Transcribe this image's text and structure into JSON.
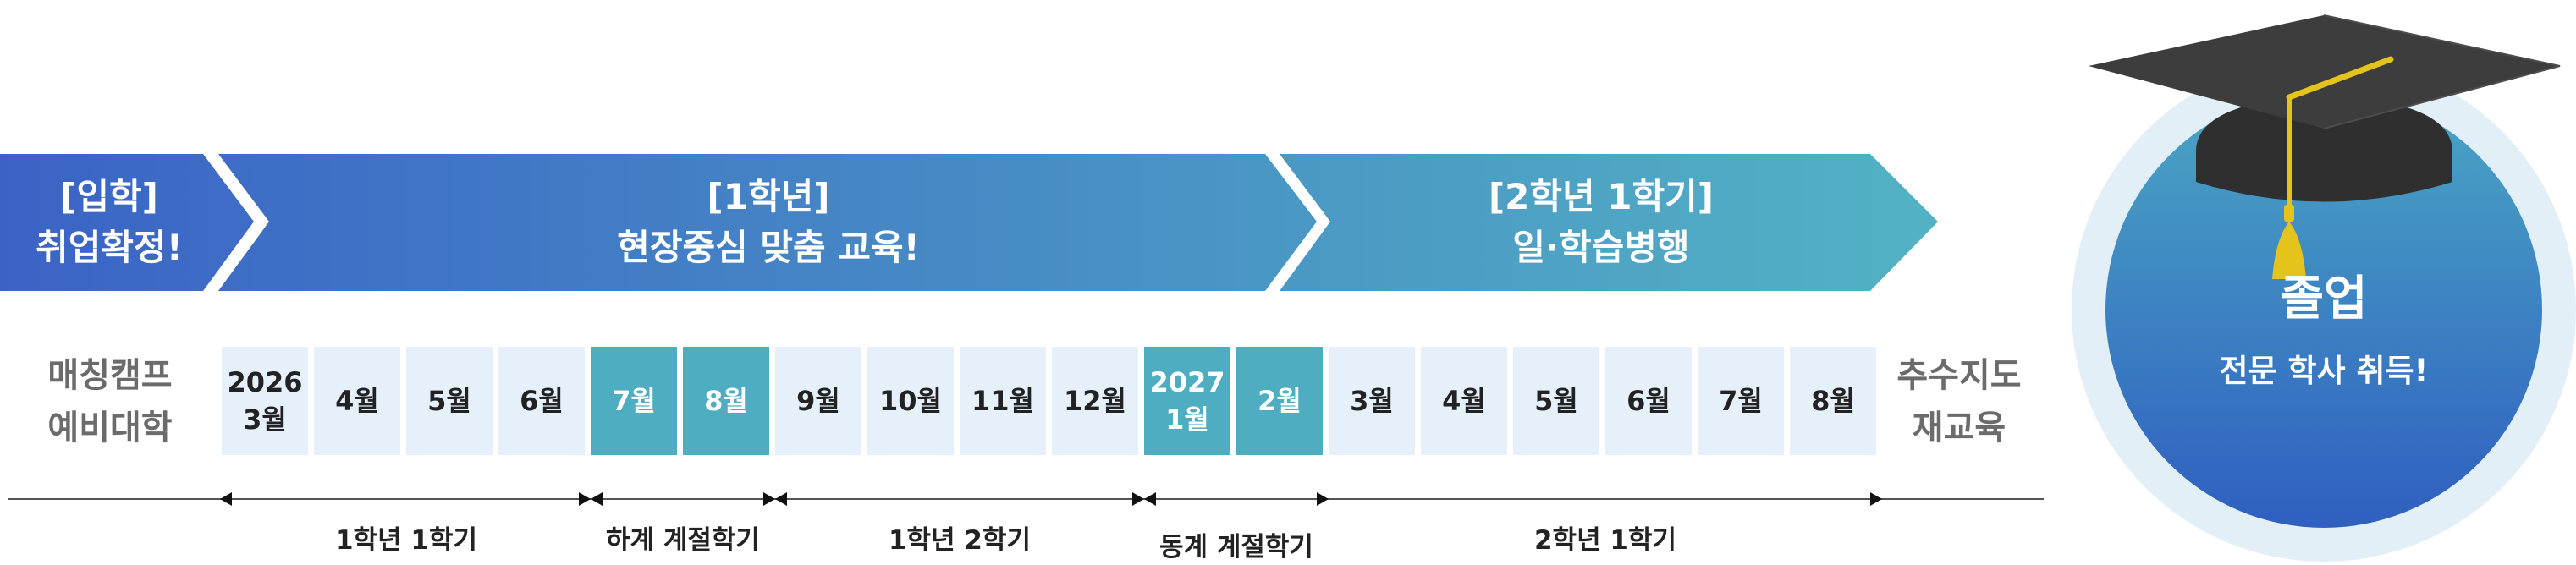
{
  "phases": [
    {
      "line1": "[입학]",
      "line2": "취업확정!"
    },
    {
      "line1": "[1학년]",
      "line2": "현장중심 맞춤 교육!"
    },
    {
      "line1": "[2학년 1학기]",
      "line2": "일·학습병행"
    }
  ],
  "left_label": {
    "line1": "매칭캠프",
    "line2": "예비대학"
  },
  "right_label": {
    "line1": "추수지도",
    "line2": "재교육"
  },
  "months": [
    {
      "line1": "2026",
      "line2": "3월",
      "highlight": false
    },
    {
      "line1": "4월",
      "line2": "",
      "highlight": false
    },
    {
      "line1": "5월",
      "line2": "",
      "highlight": false
    },
    {
      "line1": "6월",
      "line2": "",
      "highlight": false
    },
    {
      "line1": "7월",
      "line2": "",
      "highlight": true
    },
    {
      "line1": "8월",
      "line2": "",
      "highlight": true
    },
    {
      "line1": "9월",
      "line2": "",
      "highlight": false
    },
    {
      "line1": "10월",
      "line2": "",
      "highlight": false
    },
    {
      "line1": "11월",
      "line2": "",
      "highlight": false
    },
    {
      "line1": "12월",
      "line2": "",
      "highlight": false
    },
    {
      "line1": "2027",
      "line2": "1월",
      "highlight": true
    },
    {
      "line1": "2월",
      "line2": "",
      "highlight": true
    },
    {
      "line1": "3월",
      "line2": "",
      "highlight": false
    },
    {
      "line1": "4월",
      "line2": "",
      "highlight": false
    },
    {
      "line1": "5월",
      "line2": "",
      "highlight": false
    },
    {
      "line1": "6월",
      "line2": "",
      "highlight": false
    },
    {
      "line1": "7월",
      "line2": "",
      "highlight": false
    },
    {
      "line1": "8월",
      "line2": "",
      "highlight": false
    }
  ],
  "semesters": [
    {
      "label": "1학년 1학기"
    },
    {
      "label": "하계 계절학기"
    },
    {
      "label": "1학년 2학기"
    },
    {
      "label": "동계 계절학기"
    },
    {
      "label": "2학년 1학기"
    }
  ],
  "graduation": {
    "title": "졸업",
    "subtitle": "전문 학사 취득!"
  },
  "colors": {
    "banner_start": "#3b63c6",
    "banner_end": "#52b2c4",
    "month_bg": "#e5f0fb",
    "month_highlight": "#4fadc2",
    "side_text": "#6b6b6b",
    "circle_top": "#4aa6c4",
    "circle_bottom": "#2f5fc0",
    "circle_halo": "#e3eff7",
    "cap": "#3a3a3a",
    "tassel": "#e4c41a"
  }
}
